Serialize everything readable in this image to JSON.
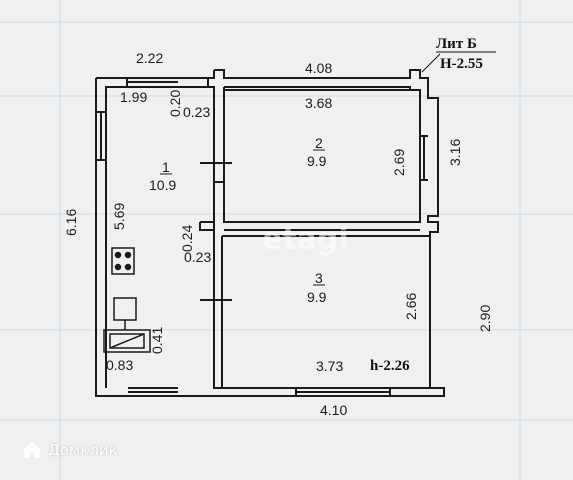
{
  "header": {
    "lit_label": "Лит Б",
    "height_label": "H-2.55"
  },
  "dimensions": {
    "top_left_width": "2.22",
    "top_right_width": "4.08",
    "left_height": "6.16",
    "bottom_width": "4.10",
    "right_top_height": "3.16",
    "right_bottom_height": "2.90",
    "room1_top_segment": "1.99",
    "wall_thickness_top": "0.20",
    "wall_thickness_room1": "0.23",
    "room1_inner_height": "5.69",
    "partition_thickness": "0.24",
    "partition_offset": "0.23",
    "room2_inner_width": "3.68",
    "room2_inner_height": "2.69",
    "room3_inner_width": "3.73",
    "room3_inner_height": "2.66",
    "stove_width": "0.83",
    "stove_depth": "0.41",
    "room3_height_label": "h-2.26"
  },
  "rooms": [
    {
      "number": "1",
      "area": "10.9"
    },
    {
      "number": "2",
      "area": "9.9"
    },
    {
      "number": "3",
      "area": "9.9"
    }
  ],
  "watermark": {
    "brand": "Домклик",
    "faint": "etagi"
  },
  "colors": {
    "wall": "#1a1a1a",
    "background": "#eef0f1",
    "grid": "#c9ccd0"
  }
}
